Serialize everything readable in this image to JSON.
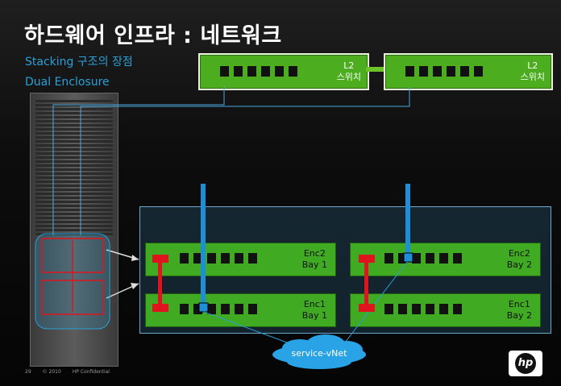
{
  "slide": {
    "title": "하드웨어 인프라 : 네트워크",
    "subtitle1": "Stacking 구조의 장점",
    "subtitle2": "Dual Enclosure"
  },
  "switches": [
    {
      "label_line1": "L2",
      "label_line2": "스위치"
    },
    {
      "label_line1": "L2",
      "label_line2": "스위치"
    }
  ],
  "enclosures": [
    {
      "line1": "Enc2",
      "line2": "Bay 1"
    },
    {
      "line1": "Enc2",
      "line2": "Bay 2"
    },
    {
      "line1": "Enc1",
      "line2": "Bay 1"
    },
    {
      "line1": "Enc1",
      "line2": "Bay 2"
    }
  ],
  "cloud": {
    "label": "service-vNet"
  },
  "footer": {
    "page": "29",
    "copyright": "© 2010",
    "confidential": "HP Confidential"
  },
  "logo": {
    "text": "hp"
  },
  "colors": {
    "accent_blue": "#2aa0d8",
    "switch_green": "#4cae1f",
    "stack_red": "#e0141e"
  }
}
